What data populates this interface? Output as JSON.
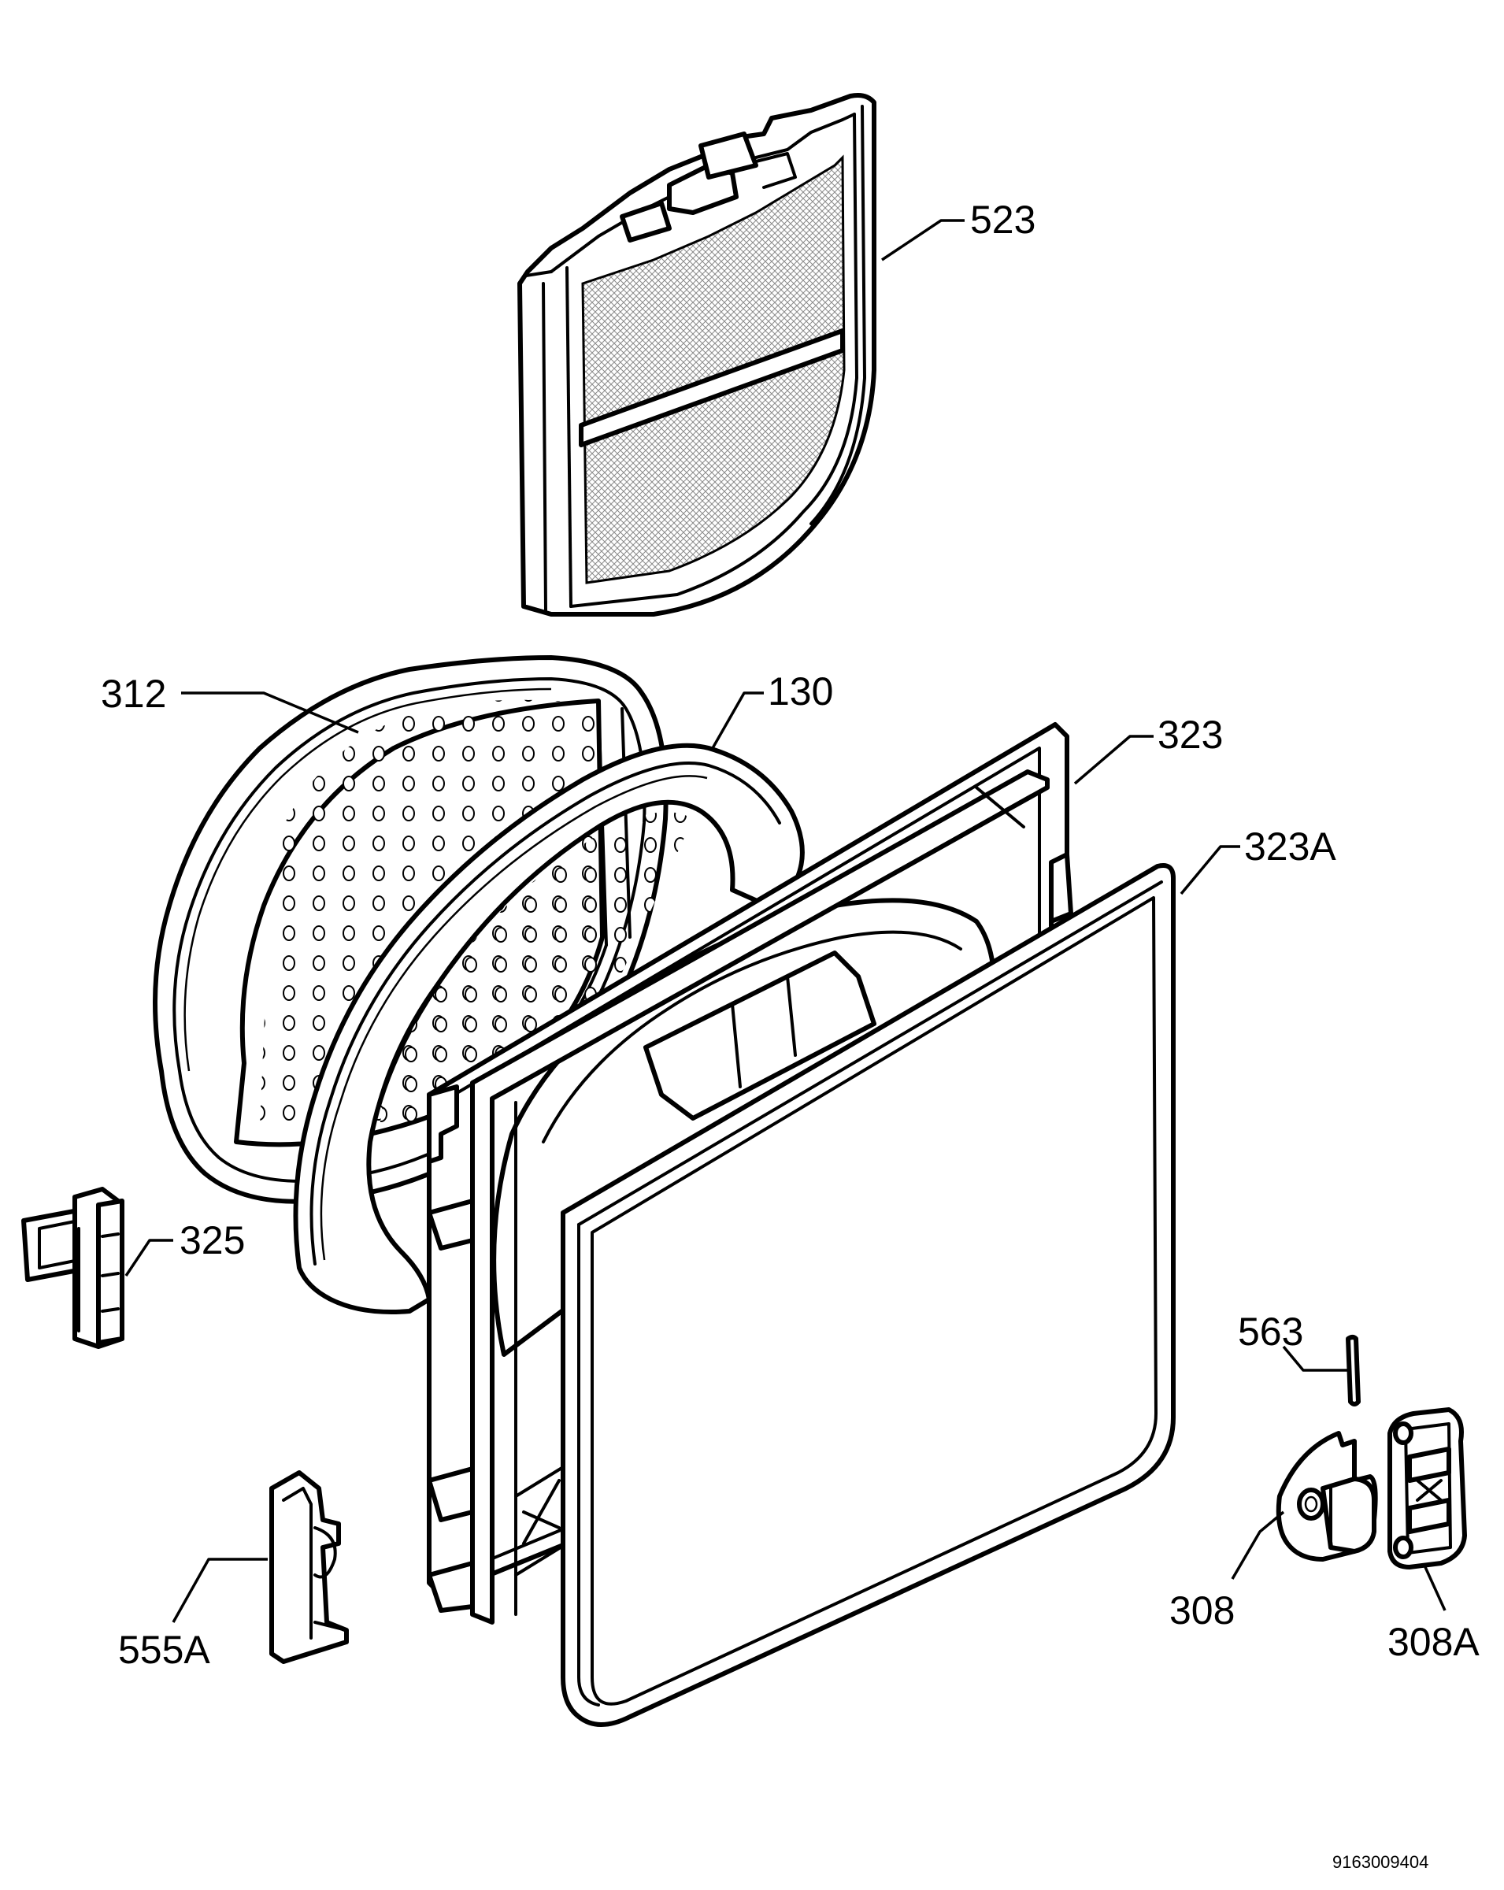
{
  "labels": {
    "p523": "523",
    "p312": "312",
    "p130": "130",
    "p323": "323",
    "p323A": "323A",
    "p325": "325",
    "p563": "563",
    "p308": "308",
    "p308A": "308A",
    "p555A": "555A"
  },
  "document_number": "9163009404"
}
